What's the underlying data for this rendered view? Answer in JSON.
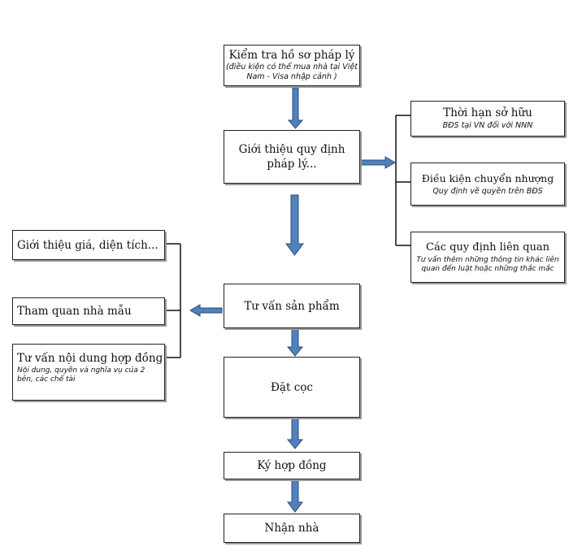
{
  "main_flow": {
    "legal_check": {
      "title": "Kiểm tra hồ sơ pháp lý",
      "note": "(điều kiện có thể mua nhà tại Việt Nam - Visa nhập cảnh )"
    },
    "legal_intro": {
      "title": "Giới thiệu quy định pháp lý..."
    },
    "product_consult": {
      "title": "Tư vấn sản phẩm"
    },
    "deposit": {
      "title": "Đặt cọc"
    },
    "sign_contract": {
      "title": "Ký hợp đồng"
    },
    "receive_house": {
      "title": "Nhận nhà"
    }
  },
  "legal_branch": [
    {
      "title": "Thời hạn sở hữu",
      "note": "BĐS tại VN đối với NNN"
    },
    {
      "title": "Điều kiện chuyển nhượng",
      "note": "Quy định về quyền trên  BĐS"
    },
    {
      "title": "Các quy định liên quan",
      "note": "Tư vấn thêm những thông tin khác liên quan đến luật hoặc những thắc mắc"
    }
  ],
  "product_branch": [
    {
      "title": "Giới thiệu giá, diện tích..."
    },
    {
      "title": "Tham quan nhà mẫu"
    },
    {
      "title": "Tư vấn nội dung hợp đồng",
      "note": "Nội dung, quyền và nghĩa vụ của 2 bên, các chế tài"
    }
  ],
  "colors": {
    "arrow": "#4f81bd",
    "arrow_edge": "#2c4d75",
    "border": "#222222"
  }
}
